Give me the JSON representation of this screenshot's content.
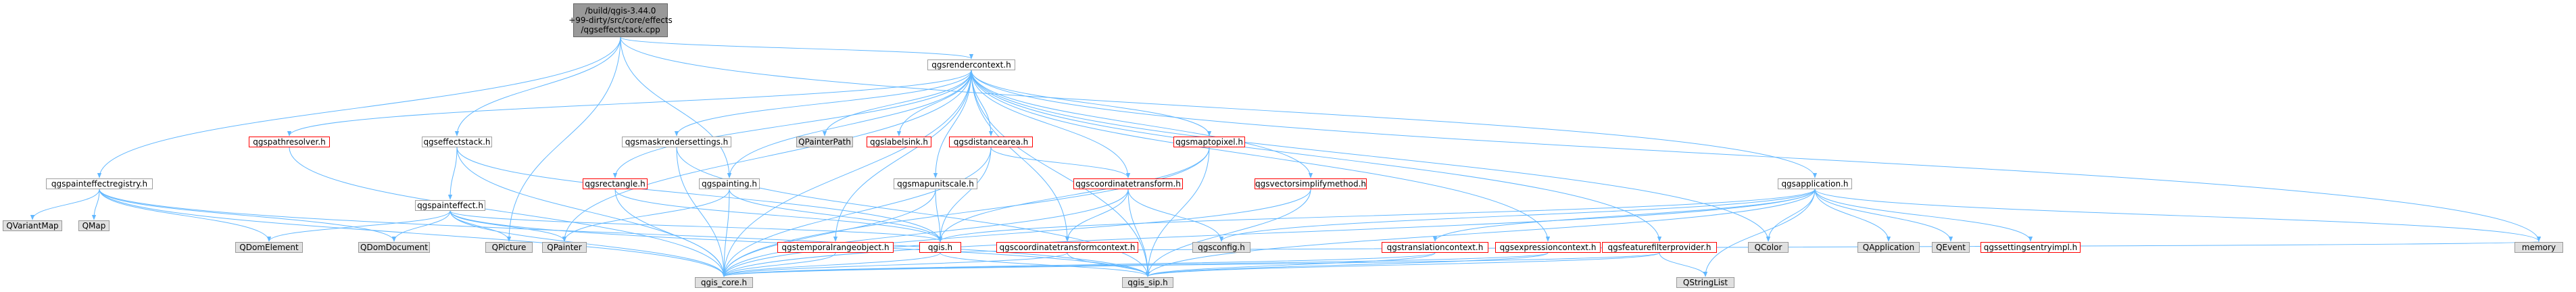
{
  "colors": {
    "edge": "#63b8ff",
    "node_border": "#a0a0a0",
    "red_border": "#ff0000",
    "grey_fill": "#e0e0e0",
    "root_fill": "#999999"
  },
  "diagram": {
    "root": {
      "lines": [
        "/build/qgis-3.44.0",
        "+99-dirty/src/core/effects",
        "/qgseffectstack.cpp"
      ]
    },
    "nodes": {
      "rendercontext": "qgsrendercontext.h",
      "paintregistry": "qgspainteffectregistry.h",
      "effectstack": "qgseffectstack.h",
      "pathresolver": "qgspathresolver.h",
      "painteffect": "qgspainteffect.h",
      "maskrender": "qgsmaskrendersettings.h",
      "rectangle": "qgsrectangle.h",
      "painting": "qgspainting.h",
      "qpainterpath": "QPainterPath",
      "labelsink": "qgslabelsink.h",
      "distancearea": "qgsdistancearea.h",
      "mapunitscale": "qgsmapunitscale.h",
      "coordtransform": "qgscoordinatetransform.h",
      "maptopixel": "qgsmaptopixel.h",
      "vectorsimplify": "qgsvectorsimplifymethod.h",
      "temporalrange": "qgstemporalrangeobject.h",
      "qgis_h": "qgis.h",
      "coordtransformctx": "qgscoordinatetransformcontext.h",
      "qgsconfig": "qgsconfig.h",
      "application": "qgsapplication.h",
      "translation": "qgstranslationcontext.h",
      "expression": "qgsexpressioncontext.h",
      "featurefilter": "qgsfeaturefilterprovider.h",
      "qvariantmap": "QVariantMap",
      "qmap": "QMap",
      "qdomelement": "QDomElement",
      "qdomdocument": "QDomDocument",
      "qpicture": "QPicture",
      "qpainter": "QPainter",
      "qcolor": "QColor",
      "qapplication": "QApplication",
      "qevent": "QEvent",
      "settingsentry": "qgssettingsentryimpl.h",
      "memory": "memory",
      "qstringlist": "QStringList",
      "qgis_core": "qgis_core.h",
      "qgis_sip": "qgis_sip.h"
    }
  }
}
